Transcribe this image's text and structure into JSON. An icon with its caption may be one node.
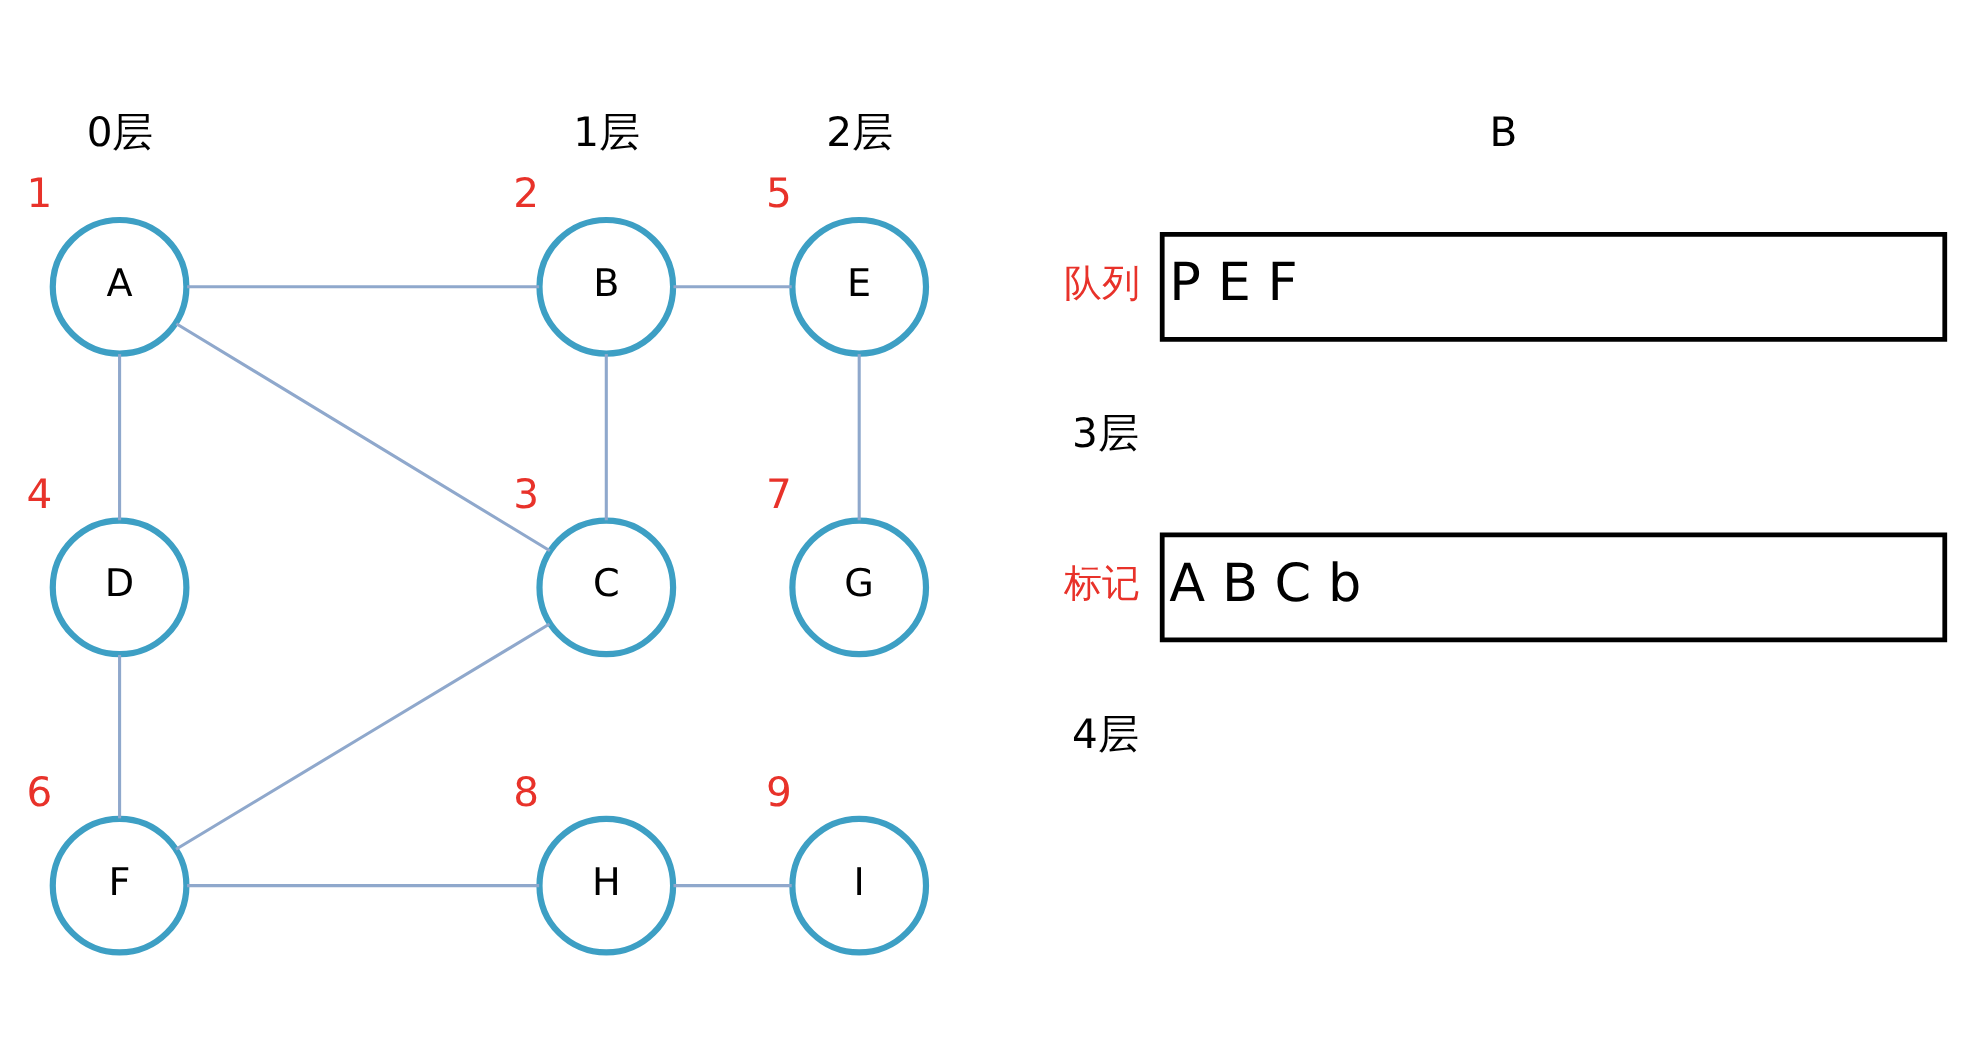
{
  "diagram": {
    "nodes": [
      {
        "text": [
          "A"
        ],
        "beside": [
          "1"
        ]
      },
      {
        "text": [
          "B"
        ],
        "beside": [
          "2"
        ]
      },
      {
        "text": [
          "E"
        ],
        "beside": [
          "5"
        ]
      },
      {
        "text": [
          "D"
        ],
        "beside": [
          "4"
        ]
      },
      {
        "text": [
          "C"
        ],
        "beside": [
          "3"
        ]
      },
      {
        "text": [
          "G"
        ],
        "beside": [
          "7"
        ]
      },
      {
        "text": [
          "F"
        ],
        "beside": [
          "6"
        ]
      },
      {
        "text": [
          "H"
        ],
        "beside": [
          "8"
        ]
      },
      {
        "text": [
          "I"
        ],
        "beside": [
          "9"
        ]
      },
      {
        "text": [
          "P E F"
        ],
        "beside": [
          "队列"
        ]
      },
      {
        "text": [
          "A B C b"
        ],
        "beside": [
          "标记"
        ]
      }
    ],
    "edges": [
      {
        "from": 0,
        "to": 1,
        "arrow": "none"
      },
      {
        "from": 1,
        "to": 2,
        "arrow": "none"
      },
      {
        "from": 0,
        "to": 3,
        "arrow": "none"
      },
      {
        "from": 0,
        "to": 4,
        "arrow": "none"
      },
      {
        "from": 1,
        "to": 4,
        "arrow": "none"
      },
      {
        "from": 2,
        "to": 5,
        "arrow": "none"
      },
      {
        "from": 3,
        "to": 6,
        "arrow": "none"
      },
      {
        "from": 4,
        "to": 6,
        "arrow": "none"
      },
      {
        "from": 6,
        "to": 7,
        "arrow": "none"
      },
      {
        "from": 7,
        "to": 8,
        "arrow": "none"
      }
    ],
    "labels": [
      "B",
      "0层",
      "1层",
      "2层",
      "3层",
      "4层"
    ]
  }
}
